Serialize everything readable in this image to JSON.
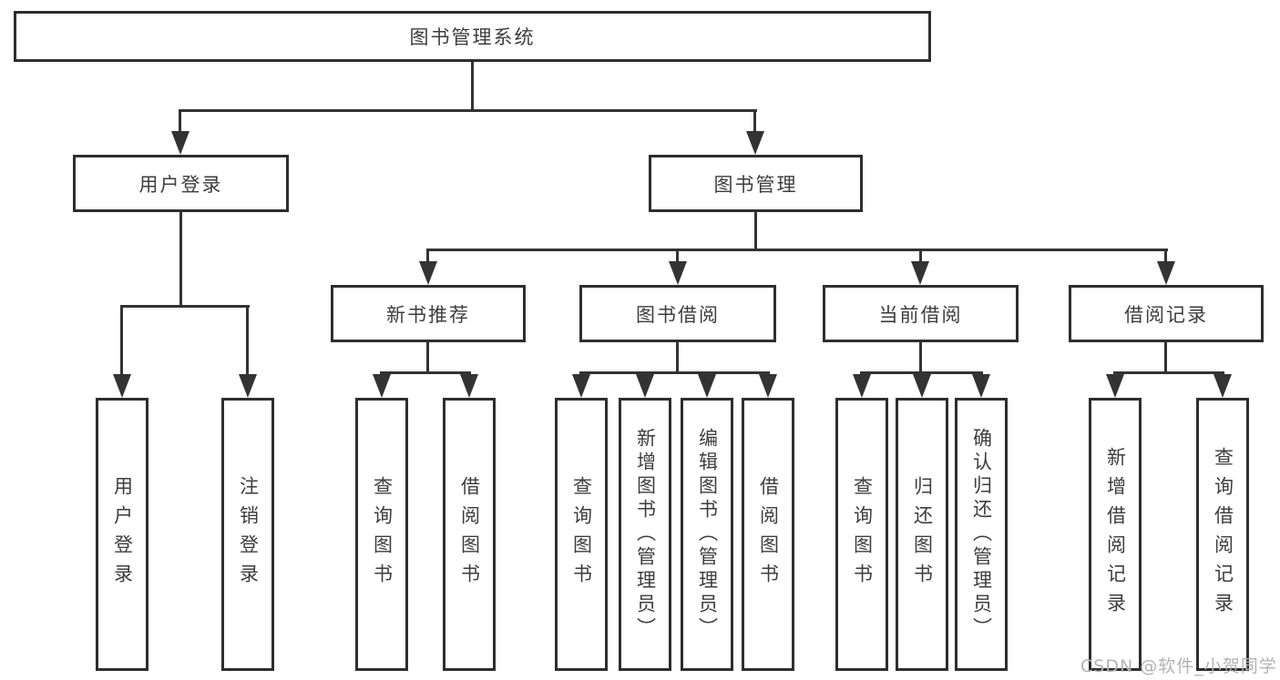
{
  "tree": {
    "root": {
      "label": "图书管理系统"
    },
    "branches": [
      {
        "label": "用户登录",
        "children": [
          {
            "label": "用户登录"
          },
          {
            "label": "注销登录"
          }
        ]
      },
      {
        "label": "图书管理",
        "children": [
          {
            "label": "新书推荐",
            "children": [
              {
                "label": "查询图书"
              },
              {
                "label": "借阅图书"
              }
            ]
          },
          {
            "label": "图书借阅",
            "children": [
              {
                "label": "查询图书"
              },
              {
                "label": "新增图书（管理员）"
              },
              {
                "label": "编辑图书（管理员）"
              },
              {
                "label": "借阅图书"
              }
            ]
          },
          {
            "label": "当前借阅",
            "children": [
              {
                "label": "查询图书"
              },
              {
                "label": "归还图书"
              },
              {
                "label": "确认归还（管理员）"
              }
            ]
          },
          {
            "label": "借阅记录",
            "children": [
              {
                "label": "新增借阅记录"
              },
              {
                "label": "查询借阅记录"
              }
            ]
          }
        ]
      }
    ]
  },
  "watermark": {
    "text": "CSDN @软件_小贺同学"
  },
  "colors": {
    "line": "#333333",
    "box_border": "#2e2e2e",
    "text": "#3d3d3d",
    "background": "#ffffff",
    "watermark": "#b3b3b3"
  }
}
